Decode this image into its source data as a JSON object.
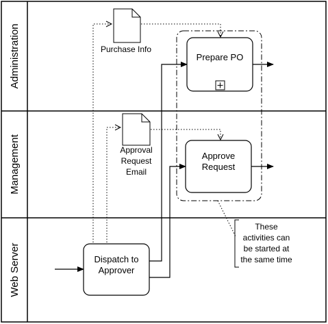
{
  "lanes": [
    {
      "label": "Administration"
    },
    {
      "label": "Management"
    },
    {
      "label": "Web Server"
    }
  ],
  "tasks": {
    "dispatch": [
      "Dispatch to",
      "Approver"
    ],
    "prepare_po": [
      "Prepare PO"
    ],
    "approve_request": [
      "Approve",
      "Request"
    ]
  },
  "documents": {
    "purchase_info": [
      "Purchase Info"
    ],
    "approval_email": [
      "Approval",
      "Request",
      "Email"
    ]
  },
  "annotation": [
    "These",
    "activities can",
    "be started at",
    "the same time"
  ],
  "colors": {
    "stroke": "#000000",
    "background": "#ffffff",
    "lane_border": "#000000"
  }
}
